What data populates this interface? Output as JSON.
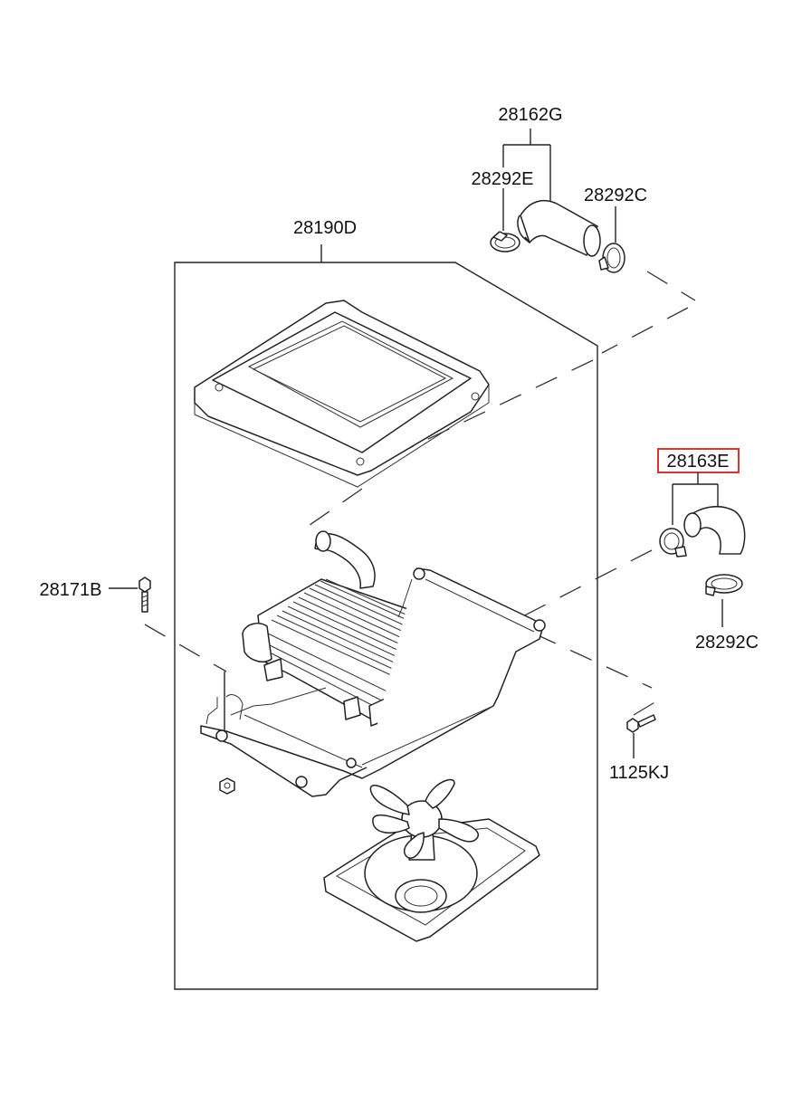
{
  "labels": {
    "hose_assy_upper": "28162G",
    "clamp_upper_left": "28292E",
    "clamp_upper_right": "28292C",
    "intercooler_assy": "28190D",
    "hose_assy_side": "28163E",
    "clamp_side": "28292C",
    "bolt_left": "28171B",
    "bolt_right": "1125KJ"
  },
  "highlight": {
    "part": "28163E",
    "color": "#e03030"
  }
}
